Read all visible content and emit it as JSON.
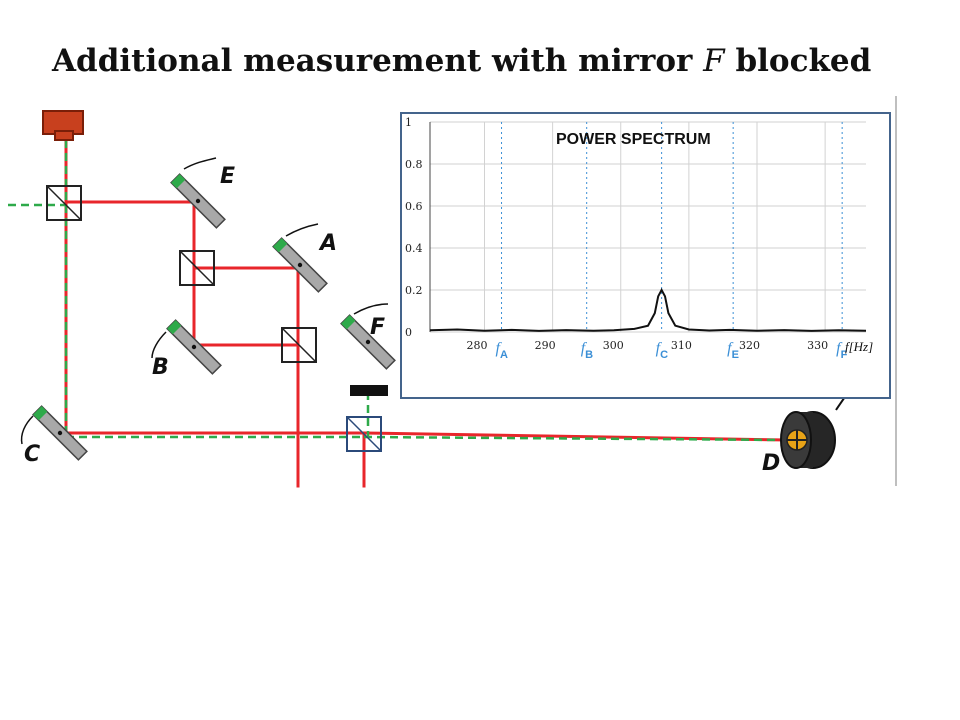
{
  "title": {
    "prefix": "Additional measurement with mirror ",
    "var": "F",
    "suffix": " blocked"
  },
  "mirrors": [
    {
      "id": "E",
      "label": "E"
    },
    {
      "id": "A",
      "label": "A"
    },
    {
      "id": "B",
      "label": "B"
    },
    {
      "id": "F",
      "label": "F"
    },
    {
      "id": "C",
      "label": "C"
    }
  ],
  "detector": {
    "label": "D"
  },
  "colors": {
    "laser_red": "#e8262b",
    "reference_green": "#2eaa4a",
    "source_orange": "#c8401e",
    "freq_blue": "#3b8fd6",
    "inset_border": "#44648c"
  },
  "chart_data": {
    "type": "line",
    "title": "POWER SPECTRUM",
    "xlabel": "f[Hz]",
    "xlim": [
      272,
      336
    ],
    "ylim": [
      0,
      1
    ],
    "x_ticks": [
      280,
      290,
      300,
      310,
      320,
      330
    ],
    "y_ticks": [
      0,
      0.2,
      0.4,
      0.6,
      0.8,
      1
    ],
    "y_tick_labels": [
      "0",
      "0.2",
      "0.4",
      "0.6",
      "0.8",
      "1"
    ],
    "grid": true,
    "frequency_markers": [
      {
        "name": "f",
        "sub": "A",
        "x": 282.5
      },
      {
        "name": "f",
        "sub": "B",
        "x": 295
      },
      {
        "name": "f",
        "sub": "C",
        "x": 306
      },
      {
        "name": "f",
        "sub": "E",
        "x": 316.5
      },
      {
        "name": "f",
        "sub": "F",
        "x": 332.5
      }
    ],
    "series": [
      {
        "x": [
          272,
          276,
          280,
          284,
          288,
          292,
          296,
          299,
          302,
          304,
          305,
          305.5,
          306,
          306.5,
          307,
          308,
          310,
          313,
          316,
          320,
          324,
          328,
          332,
          336
        ],
        "y": [
          0.008,
          0.012,
          0.006,
          0.01,
          0.005,
          0.009,
          0.006,
          0.008,
          0.015,
          0.03,
          0.09,
          0.17,
          0.2,
          0.17,
          0.09,
          0.03,
          0.012,
          0.007,
          0.01,
          0.006,
          0.009,
          0.005,
          0.008,
          0.006
        ]
      }
    ]
  }
}
